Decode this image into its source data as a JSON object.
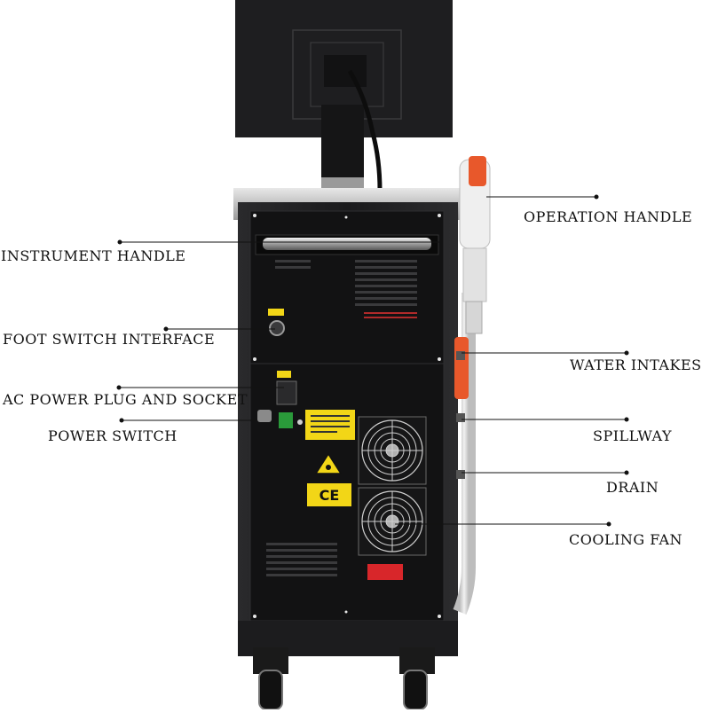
{
  "labels": {
    "instrument_handle": "INSTRUMENT HANDLE",
    "foot_switch_interface": "FOOT SWITCH INTERFACE",
    "ac_power": "AC POWER PLUG AND SOCKET",
    "power_switch": "POWER SWITCH",
    "operation_handle": "OPERATION HANDLE",
    "water_intakes": "WATER INTAKES",
    "spillway": "SPILLWAY",
    "drain": "DRAIN",
    "cooling_fan": "COOLING FAN"
  },
  "marks": {
    "ce_mark": "CE"
  },
  "colors": {
    "body": "#1b1b1d",
    "panel": "#0f0f10",
    "screen": "#1e1e20",
    "warning_yellow": "#f2d617",
    "handle_orange": "#e8582b",
    "label_red": "#d8262a",
    "switch_green": "#2a9a3a",
    "hose_grey": "#d9d9d9"
  }
}
